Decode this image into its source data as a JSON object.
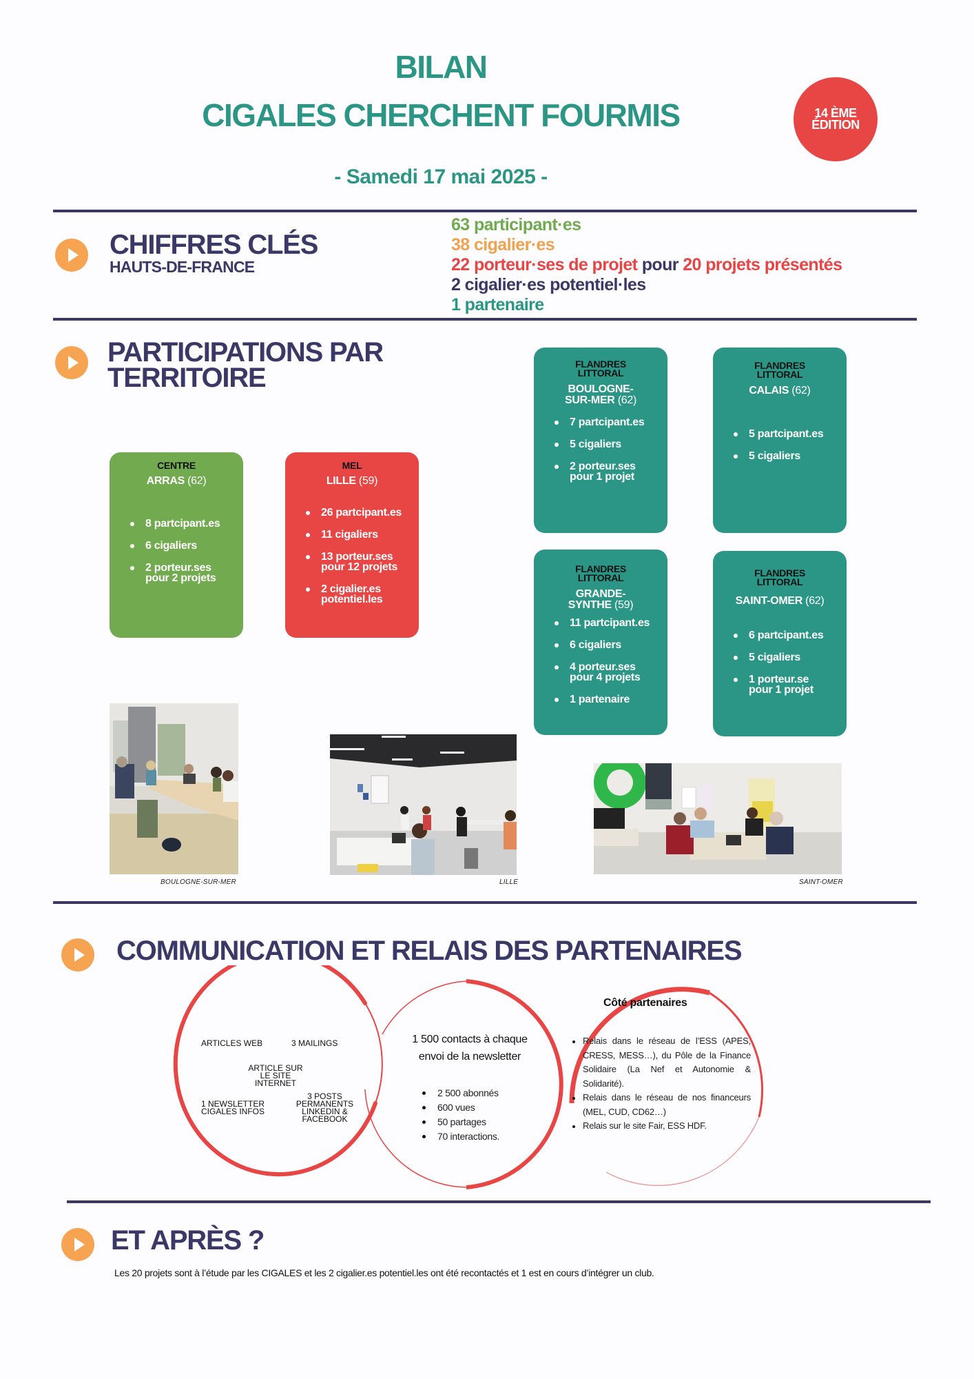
{
  "header": {
    "title_line1": "BILAN",
    "title_line2": "CIGALES CHERCHENT FOURMIS",
    "date": "- Samedi 17 mai 2025 -",
    "edition_badge": {
      "line1": "14 ÈME",
      "line2": "ÉDITION",
      "color": "#e84545"
    }
  },
  "colors": {
    "teal": "#2b9685",
    "navy": "#393867",
    "orange": "#f6a451",
    "green": "#72aa4f",
    "red": "#e84545",
    "light_orange": "#f0a24f"
  },
  "key_figures": {
    "title": "CHIFFRES CLÉS",
    "subtitle": "HAUTS-DE-FRANCE",
    "participants": "63 participant·es",
    "cigaliers": "38 cigalier·es",
    "porteurs": "22 porteur·ses de projet",
    "porteurs_link": " pour ",
    "projets": "20 projets présentés",
    "potentiels": "2 cigalier·es potentiel·les",
    "partenaire": "1 partenaire"
  },
  "territories": {
    "title_line1": "PARTICIPATIONS PAR",
    "title_line2": "TERRITOIRE",
    "cards": [
      {
        "region": "CENTRE",
        "city": "ARRAS",
        "dept": " (62)",
        "items": [
          "8 partcipant.es",
          "6 cigaliers",
          "2 porteur.ses\npour 2 projets"
        ]
      },
      {
        "region": "MEL",
        "city": "LILLE",
        "dept": " (59)",
        "items": [
          "26 partcipant.es",
          "11 cigaliers",
          "13 porteur.ses\npour 12 projets",
          "2 cigalier.es\npotentiel.les"
        ]
      },
      {
        "region": "FLANDRES\nLITTORAL",
        "city": "BOULOGNE-\nSUR-MER",
        "dept": " (62)",
        "items": [
          "7 partcipant.es",
          "5 cigaliers",
          "2 porteur.ses\npour 1 projet"
        ]
      },
      {
        "region": "FLANDRES\nLITTORAL",
        "city": "CALAIS",
        "dept": " (62)",
        "items": [
          "5 partcipant.es",
          "5 cigaliers"
        ]
      },
      {
        "region": "FLANDRES\nLITTORAL",
        "city": "GRANDE-\nSYNTHE",
        "dept": " (59)",
        "items": [
          "11 partcipant.es",
          "6 cigaliers",
          "4 porteur.ses\npour 4 projets",
          "1 partenaire"
        ]
      },
      {
        "region": "FLANDRES\nLITTORAL",
        "city": "SAINT-OMER",
        "dept": " (62)",
        "items": [
          "6 partcipant.es",
          "5 cigaliers",
          "1 porteur.se\npour 1 projet"
        ]
      }
    ],
    "photos": [
      {
        "caption": "BOULOGNE-SUR-MER"
      },
      {
        "caption": "LILLE"
      },
      {
        "caption": "SAINT-OMER"
      }
    ]
  },
  "communication": {
    "title": "COMMUNICATION ET RELAIS DES PARTENAIRES",
    "left_circle": {
      "articles_web": "ARTICLES WEB",
      "mailings": "3 MAILINGS",
      "article_site": "ARTICLE SUR\nLE SITE\nINTERNET",
      "newsletter": "1 NEWSLETTER\nCIGALES INFOS",
      "posts": "3 POSTS\nPERMANENTS\nLINKEDIN &\nFACEBOOK"
    },
    "middle_circle": {
      "headline_line1": "1 500 contacts à chaque",
      "headline_line2": "envoi de la newsletter",
      "stats": [
        "2 500 abonnés",
        "600 vues",
        "50 partages",
        "70 interactions."
      ]
    },
    "right_circle": {
      "title": "Côté partenaires",
      "items": [
        "Relais dans le réseau de l’ESS (APES, CRESS, MESS…), du Pôle de la Finance Solidaire (La Nef et Autonomie & Solidarité).",
        "Relais dans le réseau de nos financeurs (MEL, CUD, CD62…)",
        "Relais sur le site Fair, ESS HDF."
      ]
    }
  },
  "next": {
    "title": "ET APRÈS ?",
    "text": "Les 20 projets sont  à l’étude par les CIGALES et les 2 cigalier.es potentiel.les ont été recontactés et 1 est en cours d’intégrer un club."
  }
}
